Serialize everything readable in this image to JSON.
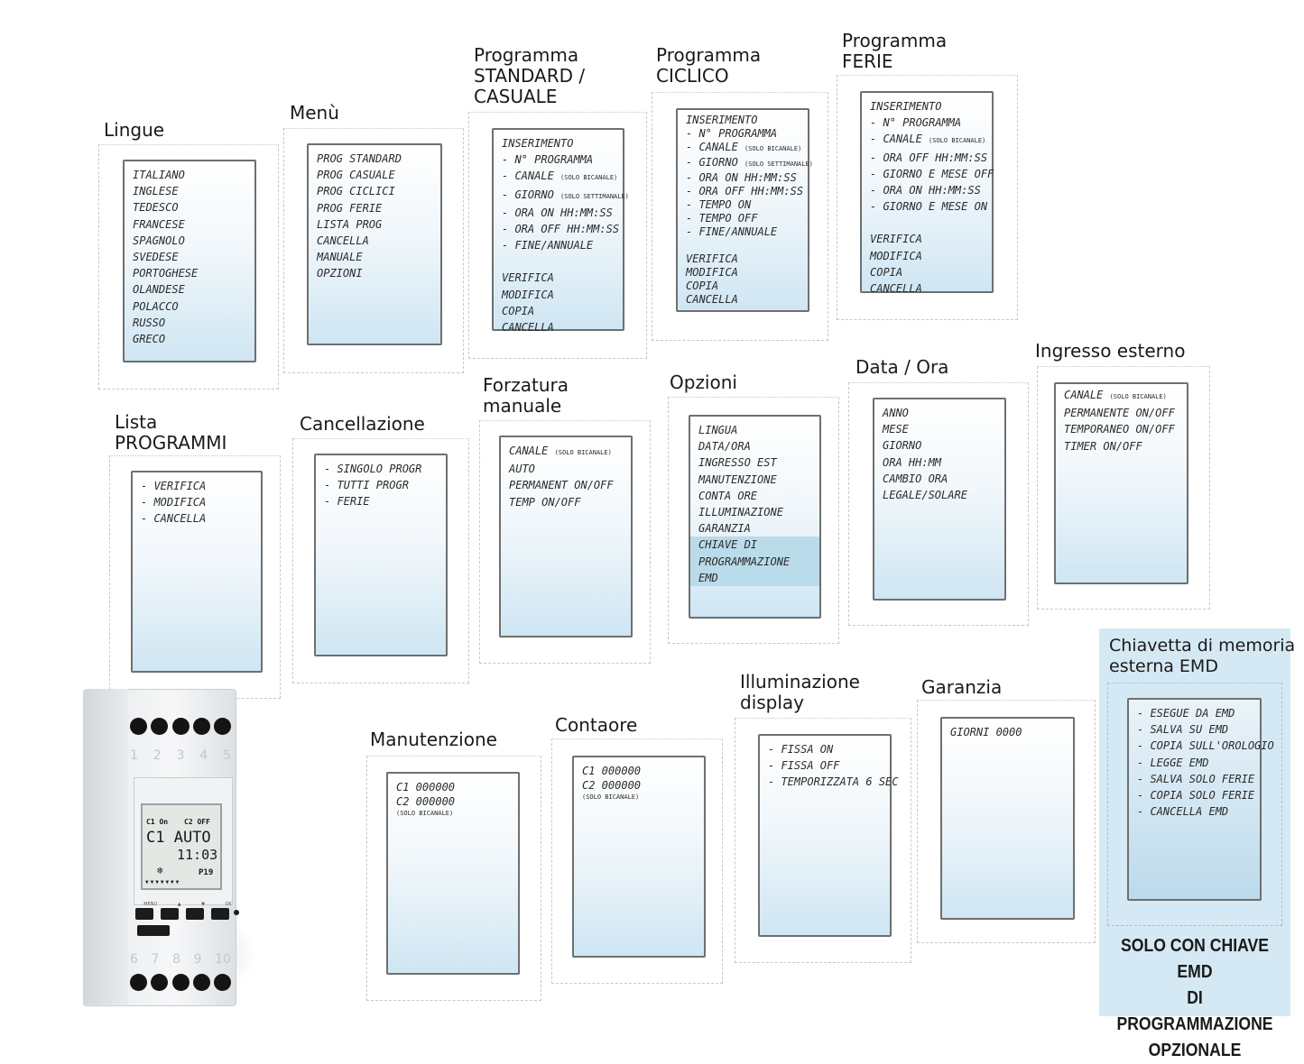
{
  "panels": {
    "lingue": {
      "title": "Lingue",
      "items": [
        "ITALIANO",
        "INGLESE",
        "TEDESCO",
        "FRANCESE",
        "SPAGNOLO",
        "SVEDESE",
        "PORTOGHESE",
        "OLANDESE",
        "POLACCO",
        "RUSSO",
        "GRECO"
      ]
    },
    "menu": {
      "title": "Menù",
      "items": [
        "PROG STANDARD",
        "PROG CASUALE",
        "PROG CICLICI",
        "PROG FERIE",
        "LISTA PROG",
        "CANCELLA",
        "MANUALE",
        "OPZIONI"
      ]
    },
    "standard": {
      "title": "Programma\nSTANDARD /\nCASUALE",
      "items": [
        "INSERIMENTO",
        "- N° PROGRAMMA",
        "- CANALE",
        "- GIORNO",
        "- ORA ON HH:MM:SS",
        "- ORA OFF HH:MM:SS",
        "- FINE/ANNUALE",
        "",
        "VERIFICA",
        "MODIFICA",
        "COPIA",
        "CANCELLA"
      ],
      "notes": {
        "canale": "(SOLO BICANALE)",
        "giorno": "(SOLO SETTIMANALE)"
      }
    },
    "ciclico": {
      "title": "Programma\nCICLICO",
      "items": [
        "INSERIMENTO",
        "- N° PROGRAMMA",
        "- CANALE",
        "- GIORNO",
        "- ORA ON HH:MM:SS",
        "- ORA OFF HH:MM:SS",
        "- TEMPO ON",
        "- TEMPO OFF",
        "- FINE/ANNUALE",
        "",
        "VERIFICA",
        "MODIFICA",
        "COPIA",
        "CANCELLA"
      ],
      "notes": {
        "canale": "(SOLO BICANALE)",
        "giorno": "(SOLO SETTIMANALE)"
      }
    },
    "ferie": {
      "title": "Programma\nFERIE",
      "items": [
        "INSERIMENTO",
        "- N° PROGRAMMA",
        "- CANALE",
        "- ORA OFF HH:MM:SS",
        "- GIORNO E MESE OFF",
        "- ORA ON HH:MM:SS",
        "- GIORNO E MESE ON",
        "",
        "VERIFICA",
        "MODIFICA",
        "COPIA",
        "CANCELLA"
      ],
      "notes": {
        "canale": "(SOLO BICANALE)"
      }
    },
    "lista": {
      "title": "Lista\nPROGRAMMI",
      "items": [
        "- VERIFICA",
        "- MODIFICA",
        "- CANCELLA"
      ]
    },
    "cancellazione": {
      "title": "Cancellazione",
      "items": [
        "- SINGOLO PROGR",
        "- TUTTI PROGR",
        "- FERIE"
      ]
    },
    "forzatura": {
      "title": "Forzatura\nmanuale",
      "items": [
        "CANALE",
        "AUTO",
        "PERMANENT ON/OFF",
        "TEMP ON/OFF"
      ],
      "notes": {
        "canale": "(SOLO BICANALE)"
      }
    },
    "opzioni": {
      "title": "Opzioni",
      "items": [
        "LINGUA",
        "DATA/ORA",
        "INGRESSO EST",
        "MANUTENZIONE",
        "CONTA ORE",
        "ILLUMINAZIONE",
        "GARANZIA"
      ],
      "highlight": [
        "CHIAVE DI",
        "PROGRAMMAZIONE",
        "EMD"
      ]
    },
    "dataora": {
      "title": "Data / Ora",
      "items": [
        "ANNO",
        "MESE",
        "GIORNO",
        "ORA HH:MM",
        "CAMBIO ORA",
        "LEGALE/SOLARE"
      ]
    },
    "ingresso": {
      "title": "Ingresso esterno",
      "items": [
        "CANALE",
        "PERMANENTE ON/OFF",
        "TEMPORANEO ON/OFF",
        "TIMER ON/OFF"
      ],
      "notes": {
        "canale": "(SOLO BICANALE)"
      }
    },
    "manutenzione": {
      "title": "Manutenzione",
      "items": [
        "C1 000000",
        "C2 000000"
      ],
      "notes": {
        "sub": "(SOLO BICANALE)"
      }
    },
    "contaore": {
      "title": "Contaore",
      "items": [
        "C1 000000",
        "C2 000000"
      ],
      "notes": {
        "sub": "(SOLO BICANALE)"
      }
    },
    "illuminazione": {
      "title": "Illuminazione\ndisplay",
      "items": [
        "- FISSA ON",
        "- FISSA OFF",
        "- TEMPORIZZATA 6 SEC"
      ]
    },
    "garanzia": {
      "title": "Garanzia",
      "items": [
        "GIORNI 0000"
      ]
    },
    "chiavetta": {
      "title": "Chiavetta di memoria\nesterna EMD",
      "items": [
        "- ESEGUE DA EMD",
        "- SALVA SU EMD",
        "- COPIA SULL'OROLOGIO",
        "- LEGGE EMD",
        "- SALVA SOLO FERIE",
        "- COPIA SOLO FERIE",
        "- CANCELLA EMD"
      ]
    }
  },
  "note": {
    "text": "SOLO CON CHIAVE EMD\nDI PROGRAMMAZIONE\nOPZIONALE"
  },
  "device": {
    "terminals_top": [
      "1",
      "2",
      "3",
      "4",
      "5"
    ],
    "terminals_bottom": [
      "6",
      "7",
      "8",
      "9",
      "10"
    ],
    "lcd": {
      "ch1": "C1 On",
      "ch2": "C2 OFF",
      "mode": "C1 AUTO",
      "time": "11:03",
      "prog": "P19"
    },
    "buttons": [
      "MENU",
      "▲",
      "▼",
      "OK"
    ]
  },
  "colors": {
    "panel_gradient_end": "#cfe6f3",
    "note_bg": "#d5e9f4",
    "highlight": "#b9dbea"
  }
}
